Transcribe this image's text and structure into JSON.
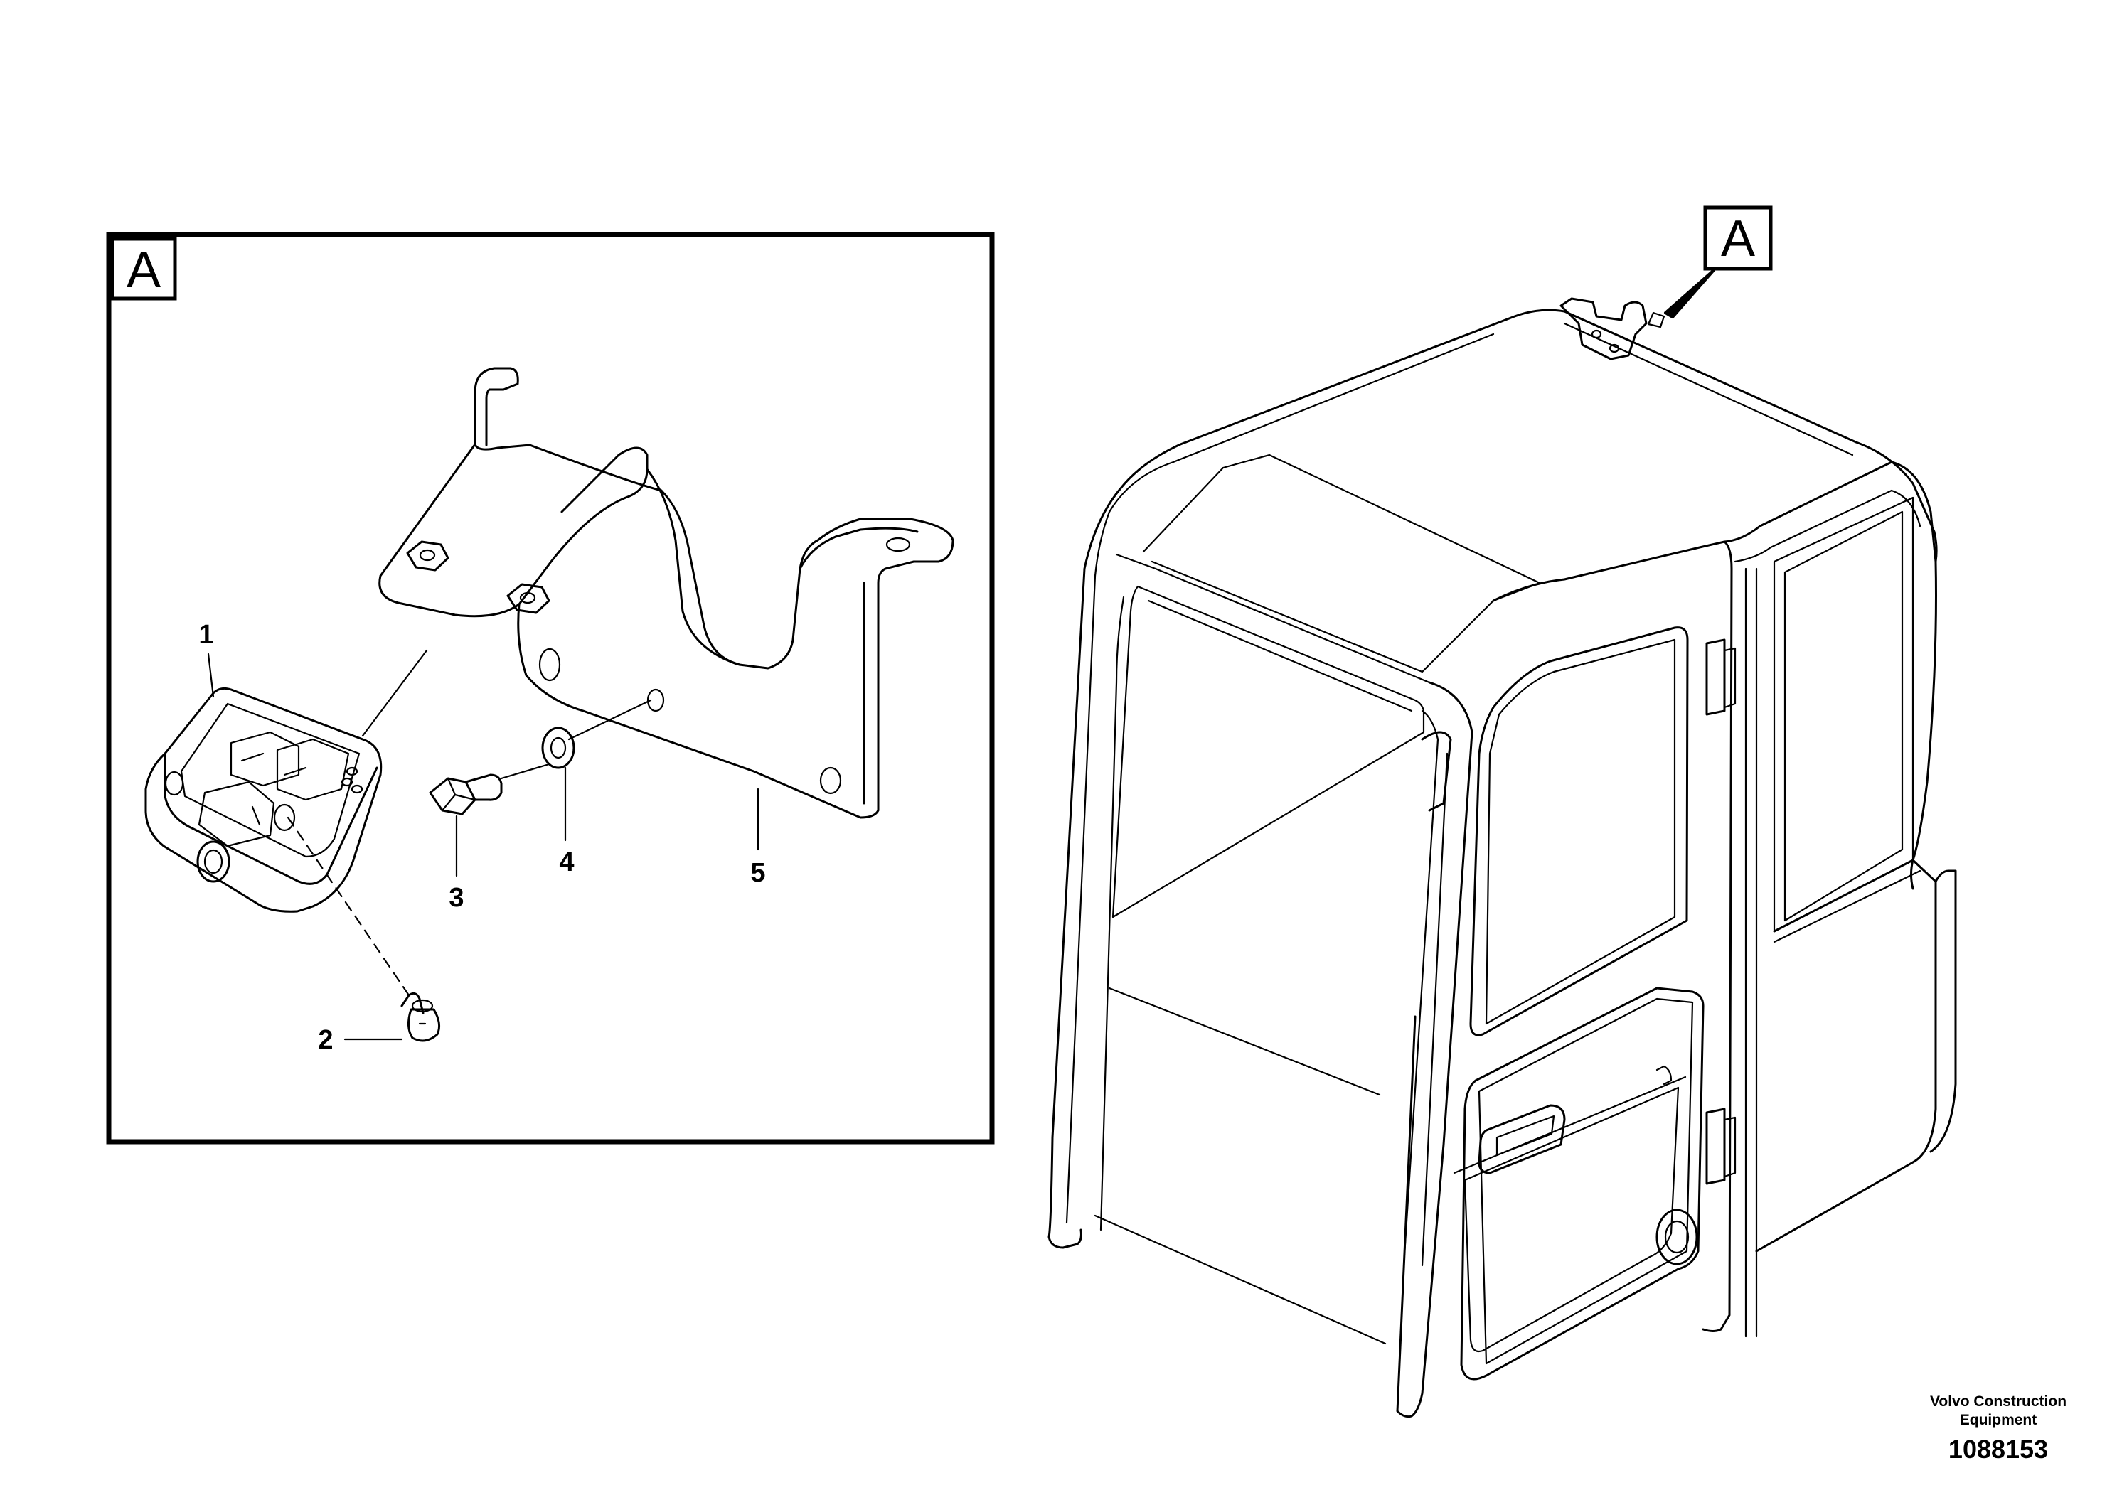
{
  "detail": {
    "label": "A",
    "callouts": [
      {
        "num": "1",
        "part": "camera"
      },
      {
        "num": "2",
        "part": "screw"
      },
      {
        "num": "3",
        "part": "bolt"
      },
      {
        "num": "4",
        "part": "washer"
      },
      {
        "num": "5",
        "part": "bracket"
      }
    ]
  },
  "cab": {
    "detail_reference": "A"
  },
  "footer": {
    "company_line1": "Volvo Construction",
    "company_line2": "Equipment",
    "drawing_number": "1088153"
  }
}
